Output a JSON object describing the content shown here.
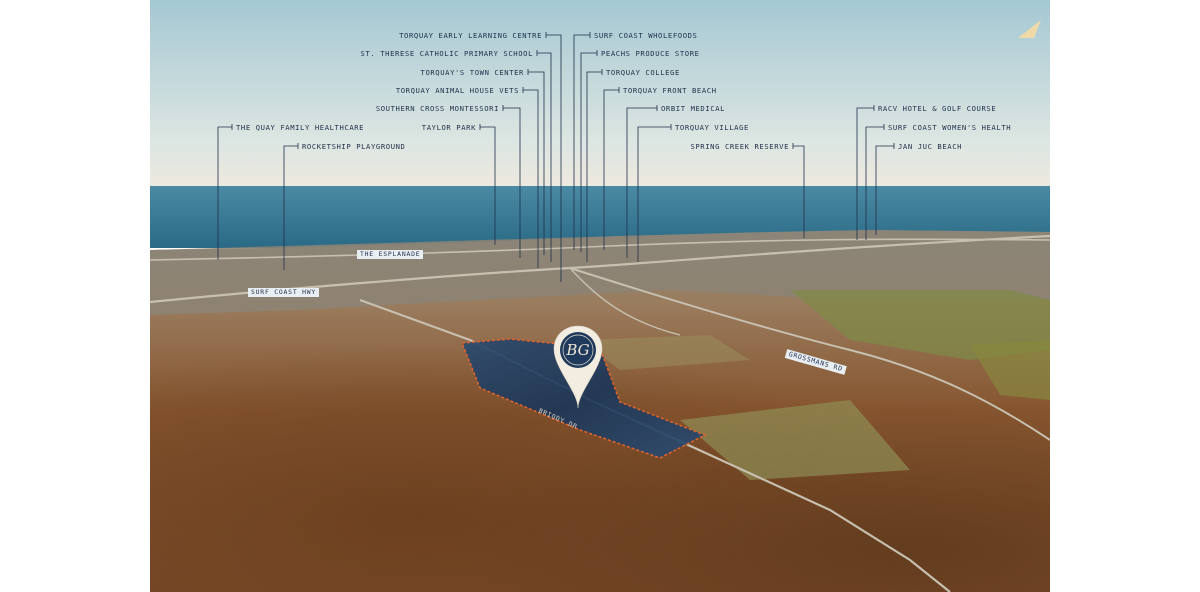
{
  "poi_labels": [
    {
      "id": "torquay-early-learning-centre",
      "text": "TORQUAY EARLY LEARNING CENTRE"
    },
    {
      "id": "st-therese-catholic-primary-school",
      "text": "ST. THERESE CATHOLIC PRIMARY SCHOOL"
    },
    {
      "id": "torquays-town-center",
      "text": "TORQUAY'S TOWN CENTER"
    },
    {
      "id": "torquay-animal-house-vets",
      "text": "TORQUAY ANIMAL HOUSE VETS"
    },
    {
      "id": "southern-cross-montessori",
      "text": "SOUTHERN CROSS MONTESSORI"
    },
    {
      "id": "taylor-park",
      "text": "TAYLOR PARK"
    },
    {
      "id": "the-quay-family-healthcare",
      "text": "THE QUAY FAMILY HEALTHCARE"
    },
    {
      "id": "rocketship-playground",
      "text": "ROCKETSHIP PLAYGROUND"
    },
    {
      "id": "surf-coast-wholefoods",
      "text": "SURF COAST WHOLEFOODS"
    },
    {
      "id": "peachs-produce-store",
      "text": "PEACHS PRODUCE STORE"
    },
    {
      "id": "torquay-college",
      "text": "TORQUAY COLLEGE"
    },
    {
      "id": "torquay-front-beach",
      "text": "TORQUAY FRONT BEACH"
    },
    {
      "id": "orbit-medical",
      "text": "ORBIT MEDICAL"
    },
    {
      "id": "torquay-village",
      "text": "TORQUAY VILLAGE"
    },
    {
      "id": "spring-creek-reserve",
      "text": "SPRING CREEK RESERVE"
    },
    {
      "id": "racv-hotel-golf-course",
      "text": "RACV HOTEL & GOLF COURSE"
    },
    {
      "id": "surf-coast-womens-health",
      "text": "SURF COAST WOMEN'S HEALTH"
    },
    {
      "id": "jan-juc-beach",
      "text": "JAN JUC BEACH"
    }
  ],
  "road_labels": [
    {
      "id": "the-esplanade",
      "text": "THE ESPLANADE"
    },
    {
      "id": "surf-coast-hwy",
      "text": "SURF COAST HWY"
    },
    {
      "id": "grossmans-rd",
      "text": "GROSSMANS RD"
    },
    {
      "id": "briody-dr",
      "text": "BRIODY DR"
    }
  ],
  "marker": {
    "logo_text": "BG"
  },
  "colors": {
    "sky": "#a9cbd6",
    "sea": "#2f6f8a",
    "land": "#8a5a32",
    "site": "#1f3a5c",
    "boundary": "#e0622a",
    "label": "#1f2f4a"
  },
  "icons": {
    "north": "north-arrow-icon",
    "marker": "map-pin-icon"
  }
}
